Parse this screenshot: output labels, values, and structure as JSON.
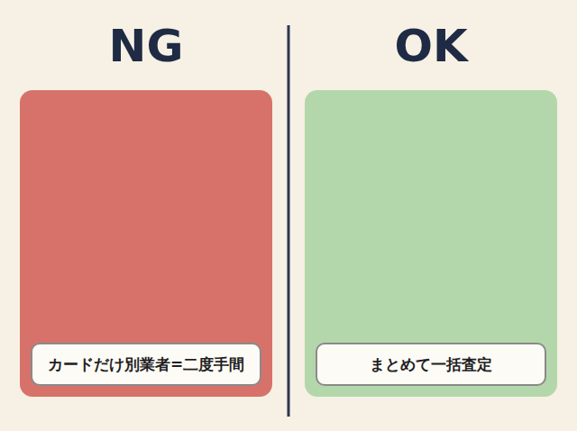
{
  "diagram": {
    "nodes": [
      {
        "text": [
          "NG"
        ]
      },
      {
        "text": [
          "カードだけ別業者=二度手間"
        ],
        "in": 0
      },
      {
        "text": [
          "OK"
        ]
      },
      {
        "text": [
          "まとめて一括査定"
        ],
        "in": 2
      }
    ]
  }
}
